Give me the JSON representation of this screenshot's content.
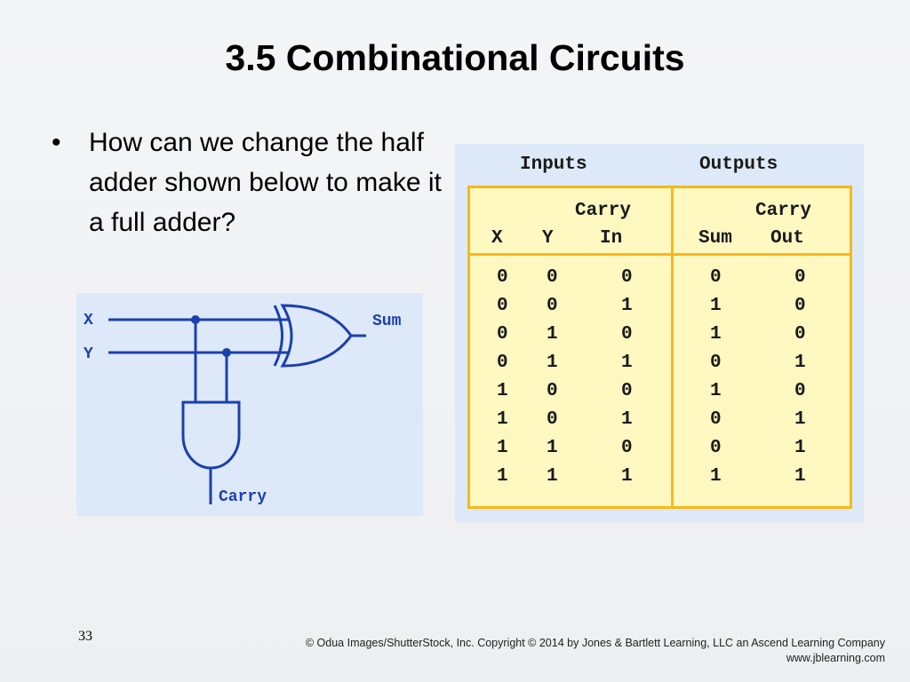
{
  "slide": {
    "title": "3.5 Combinational Circuits",
    "bullet_marker": "•",
    "bullet_text": "How can we change the half adder shown below to make it a full adder?",
    "page_number": "33",
    "copyright_line1": "© Odua Images/ShutterStock, Inc. Copyright © 2014 by Jones & Bartlett Learning, LLC an Ascend Learning Company",
    "copyright_line2": "www.jblearning.com"
  },
  "circuit": {
    "label_x": "X",
    "label_y": "Y",
    "label_sum": "Sum",
    "label_carry": "Carry",
    "color": "#1c3fae"
  },
  "truth_table": {
    "group_inputs": "Inputs",
    "group_outputs": "Outputs",
    "header_x": "X",
    "header_y": "Y",
    "header_carry_in_1": "Carry",
    "header_carry_in_2": "In",
    "header_sum": "Sum",
    "header_carry_out_1": "Carry",
    "header_carry_out_2": "Out",
    "rows": [
      [
        "0",
        "0",
        "0",
        "0",
        "0"
      ],
      [
        "0",
        "0",
        "1",
        "1",
        "0"
      ],
      [
        "0",
        "1",
        "0",
        "1",
        "0"
      ],
      [
        "0",
        "1",
        "1",
        "0",
        "1"
      ],
      [
        "1",
        "0",
        "0",
        "1",
        "0"
      ],
      [
        "1",
        "0",
        "1",
        "0",
        "1"
      ],
      [
        "1",
        "1",
        "0",
        "0",
        "1"
      ],
      [
        "1",
        "1",
        "1",
        "1",
        "1"
      ]
    ],
    "border_color": "#f8b818",
    "fill_color": "#fff8c0"
  }
}
